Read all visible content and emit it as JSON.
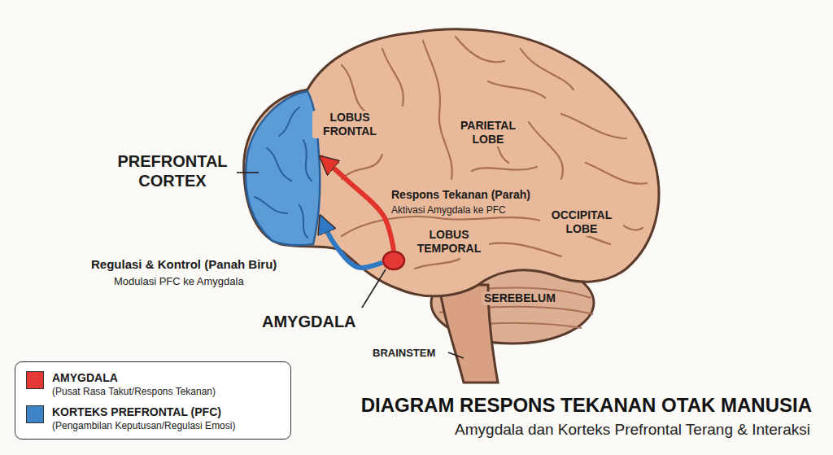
{
  "diagram": {
    "title": "DIAGRAM RESPONS TEKANAN OTAK MANUSIA",
    "caption": "Amygdala dan Korteks Prefrontal Terang & Interaksi",
    "nodes": [
      {
        "text": [
          "PREFRONTAL CORTEX"
        ]
      },
      {
        "text": [
          "AMYGDALA"
        ]
      }
    ],
    "edges": [
      {
        "from": 1,
        "to": 0,
        "arrow": "to",
        "label": "Respons Tekanan (Parah)"
      },
      {
        "from": 1,
        "to": 0,
        "arrow": "to",
        "label": "Regulasi & Kontrol (Panah Biru)"
      }
    ],
    "labels": [
      "LOBUS FRONTAL",
      "PARIETAL LOBE",
      "Aktivasi Amygdala ke PFC",
      "OCCIPITAL LOBE",
      "LOBUS TEMPORAL",
      "Modulasi PFC ke Amygdala",
      "SEREBELUM",
      "BRAINSTEM",
      "(Pusat Rasa Takut/Respons Tekanan)",
      "(Pengambilan Keputusan/Regulasi Emosi)"
    ],
    "legend": [
      {
        "text": "AMYGDALA",
        "color": "#e53935"
      },
      {
        "text": "KORTEKS PREFRONTAL (PFC)",
        "color": "#3d85c6"
      }
    ]
  }
}
